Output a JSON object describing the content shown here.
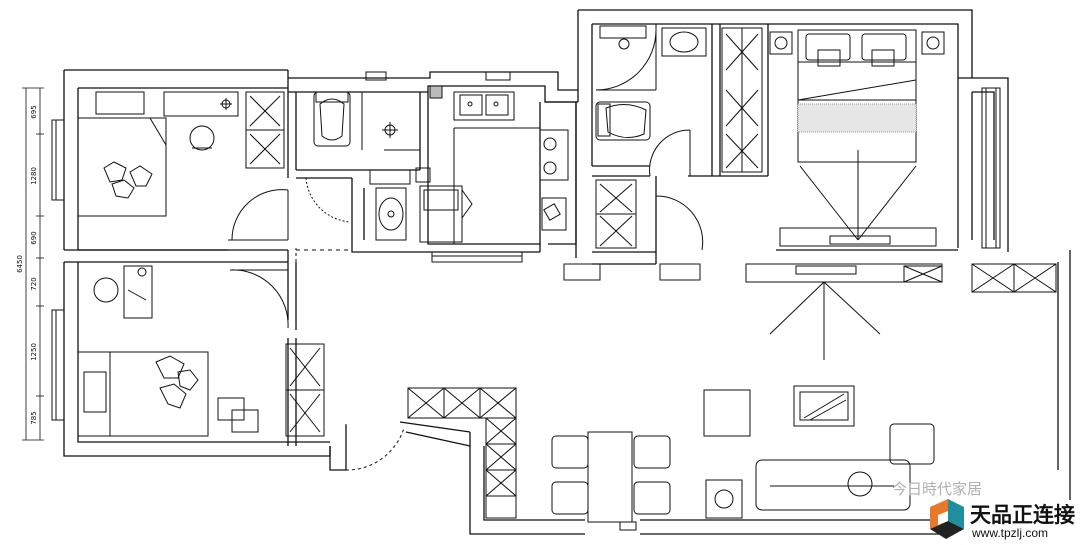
{
  "dimensions": {
    "left_1": "695",
    "left_2": "1280",
    "left_3": "690",
    "left_4": "720",
    "left_5": "1250",
    "left_6": "785",
    "total": "6450"
  },
  "watermark": {
    "text": "今日時代家居"
  },
  "brand": {
    "name": "天品正连接",
    "url": "www.tpzlj.com",
    "colors": {
      "orange": "#e8792b",
      "teal": "#1f8e9e",
      "dark": "#222222"
    }
  }
}
